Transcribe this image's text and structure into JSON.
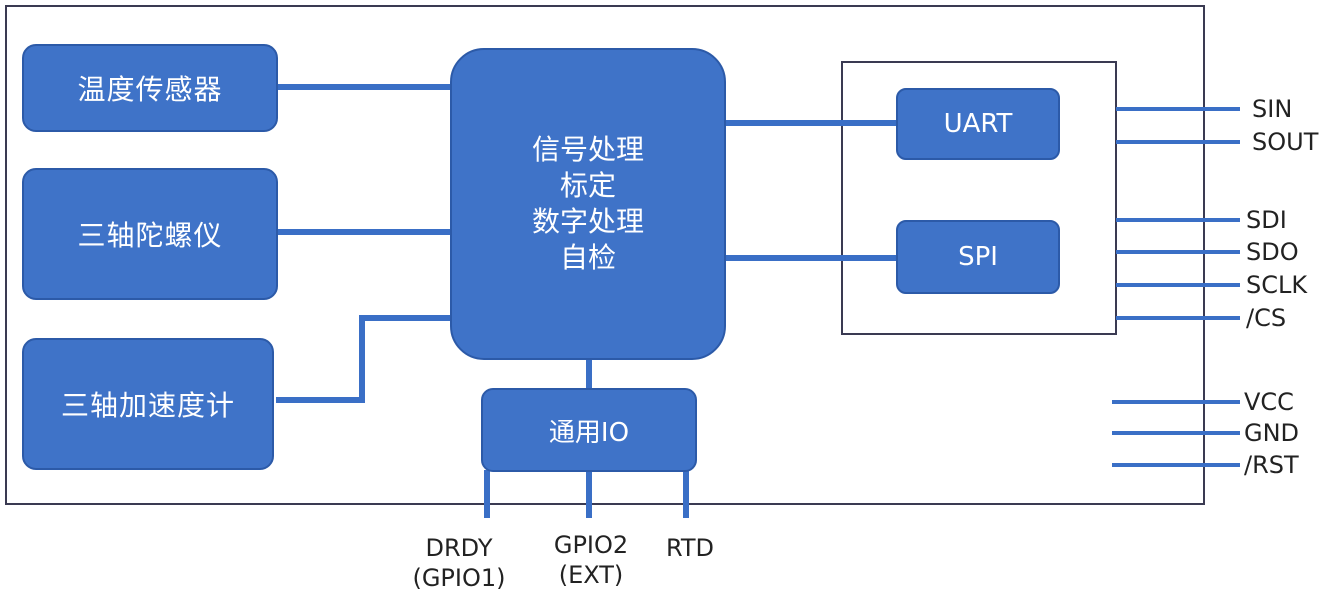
{
  "sensors": {
    "temperature": "温度传感器",
    "gyro": "三轴陀螺仪",
    "accel": "三轴加速度计"
  },
  "processor": {
    "lines": [
      "信号处理",
      "标定",
      "数字处理",
      "自检"
    ]
  },
  "interfaces": {
    "uart": "UART",
    "spi": "SPI",
    "gpio": "通用IO"
  },
  "pins": {
    "sin": "SIN",
    "sout": "SOUT",
    "sdi": "SDI",
    "sdo": "SDO",
    "sclk": "SCLK",
    "cs": "/CS",
    "vcc": "VCC",
    "gnd": "GND",
    "rst": "/RST"
  },
  "bottom_pins": {
    "drdy": [
      "DRDY",
      "(GPIO1)"
    ],
    "gpio2": [
      "GPIO2",
      "(EXT)"
    ],
    "rtd": "RTD"
  },
  "colors": {
    "box_fill": "#3f73c8",
    "line": "#3a6fc6",
    "frame": "#3a3a52"
  }
}
